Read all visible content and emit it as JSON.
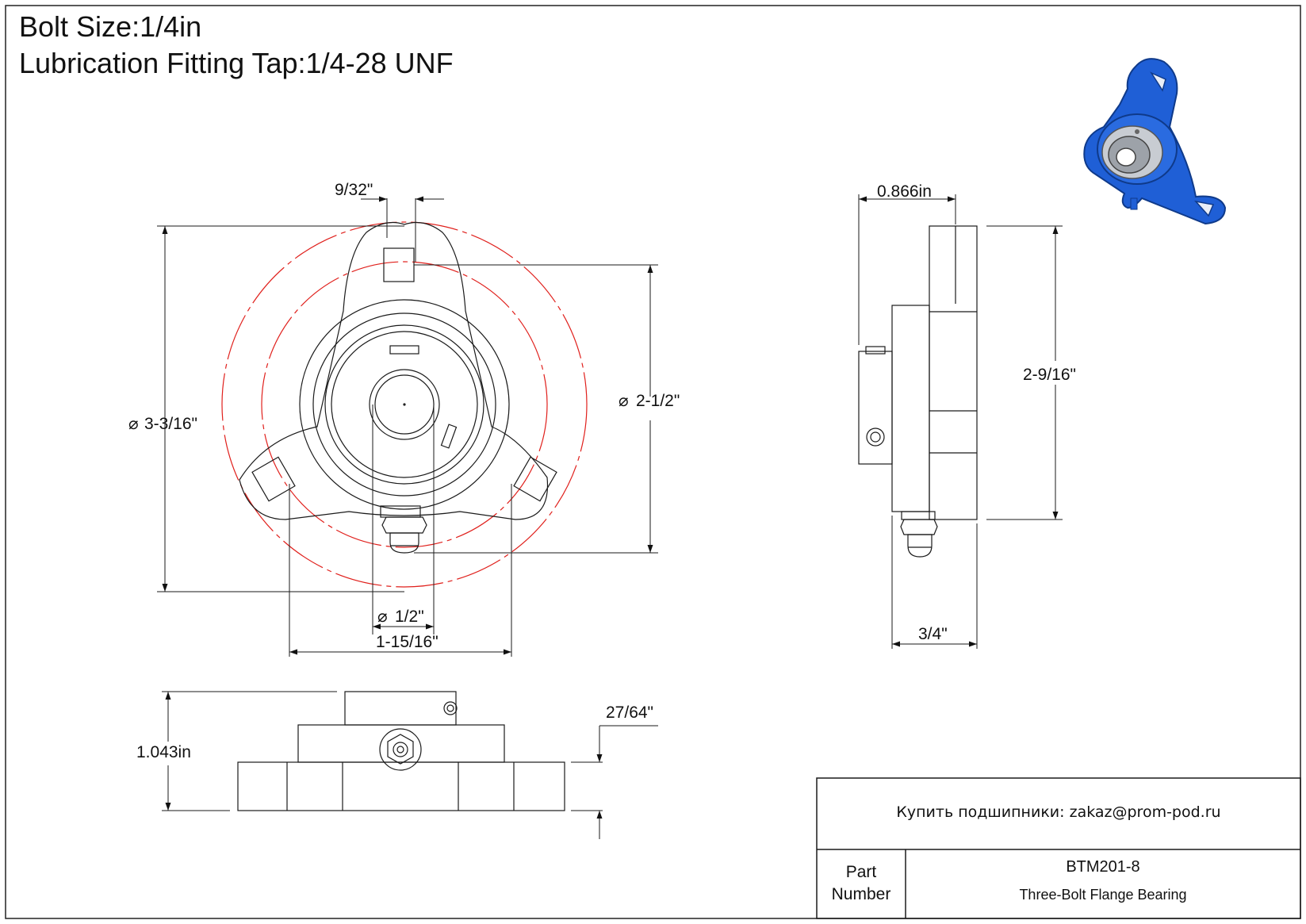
{
  "header": {
    "bolt_size": "Bolt Size:1/4in",
    "lubrication_fitting": "Lubrication Fitting Tap:1/4-28 UNF"
  },
  "dimensions": {
    "front_view": {
      "bolt_hole_width": "9/32\"",
      "outer_diameter": "3-3/16\"",
      "bolt_circle_diameter": "2-1/2\"",
      "bore_diameter": "1/2\"",
      "housing_width": "1-15/16\""
    },
    "side_view": {
      "total_width": "0.866in",
      "height": "2-9/16\"",
      "base_width": "3/4\""
    },
    "bottom_view": {
      "overall_height": "1.043in",
      "flange_thickness": "27/64\""
    },
    "diameter_symbol": "⌀"
  },
  "title_block": {
    "contact": "Купить подшипники: zakaz@prom-pod.ru",
    "part_label": "Part Number",
    "part_number": "BTM201-8",
    "description": "Three-Bolt Flange Bearing"
  },
  "colors": {
    "line": "#1a1a1a",
    "center_line": "#e0201c",
    "part_blue": "#1f5fd6",
    "insert_steel": "#b8bcc2"
  }
}
